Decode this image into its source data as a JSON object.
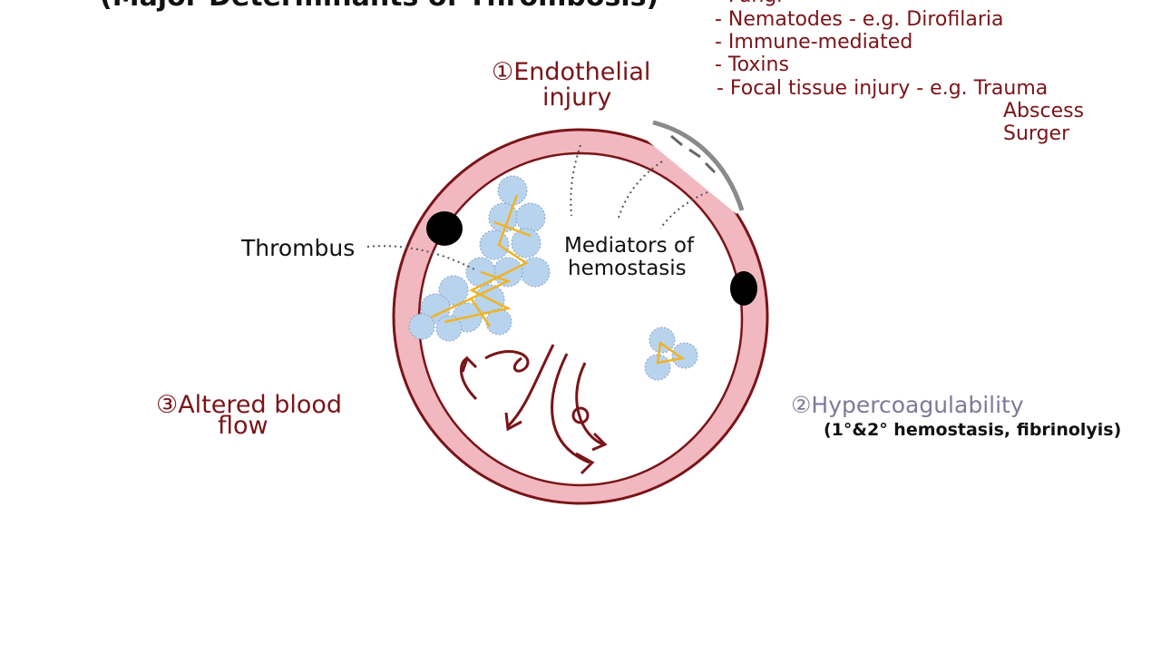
{
  "title": "(Major Determinants of Thrombosis)",
  "causes_list": {
    "items": [
      "- Fungi",
      "- Nematodes - e.g. Dirofilaria",
      "- Immune-mediated",
      "- Toxins",
      "- Focal tissue injury - e.g. Trauma"
    ],
    "examples_continued": [
      "Abscess",
      "Surger"
    ]
  },
  "labels": {
    "endothelial_line1": "①Endothelial",
    "endothelial_line2": "injury",
    "thrombus": "Thrombus",
    "mediators_line1": "Mediators of",
    "mediators_line2": "hemostasis",
    "altered_line1": "③Altered blood",
    "altered_line2": "flow",
    "hyper_line1": "②Hypercoagulability",
    "hyper_line2": "(1°&2° hemostasis, fibrinolyis)"
  },
  "colors": {
    "ink_red": "#7a1418",
    "vessel_pink": "#f2b8c0",
    "platelet_blue": "#b7d3ee",
    "fibrin_yellow": "#f0b323",
    "hypercoag_purple": "#7d7a99"
  }
}
